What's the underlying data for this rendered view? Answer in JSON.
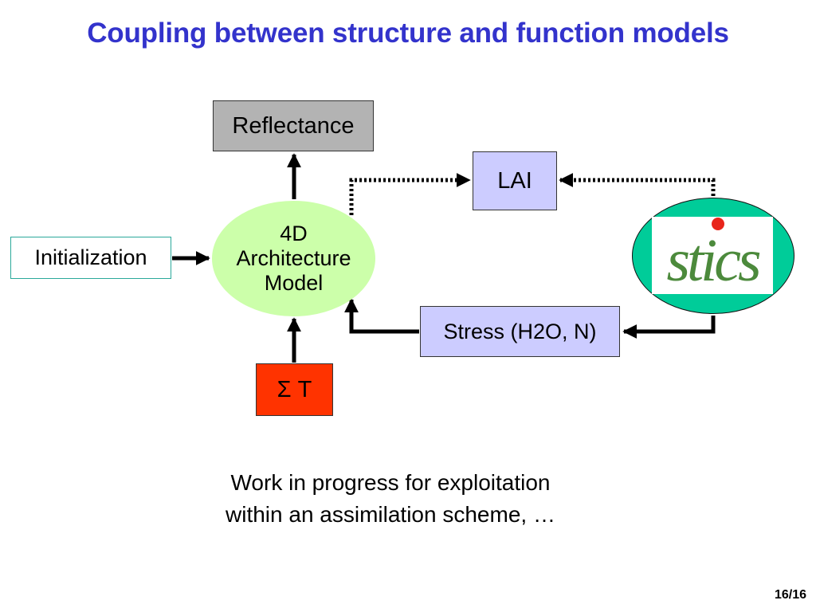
{
  "slide": {
    "title": "Coupling between structure and function models",
    "page_number": "16/16"
  },
  "diagram": {
    "reflectance_label": "Reflectance",
    "lai_label": "LAI",
    "initialization_label": "Initialization",
    "model_lines": [
      "4D",
      "Architecture",
      "Model"
    ],
    "stress_label": "Stress (H2O, N)",
    "sum_t_label": "Σ T",
    "stics_logo_text": "stics"
  },
  "note": {
    "line1": "Work in progress for exploitation",
    "line2": "within an assimilation scheme, …"
  },
  "colors": {
    "title": "#3333cc",
    "model_fill": "#ccffaa",
    "stics_fill": "#00cc99",
    "box_blue": "#ccccff",
    "box_gray": "#b3b3b3",
    "box_red": "#ff3300"
  }
}
